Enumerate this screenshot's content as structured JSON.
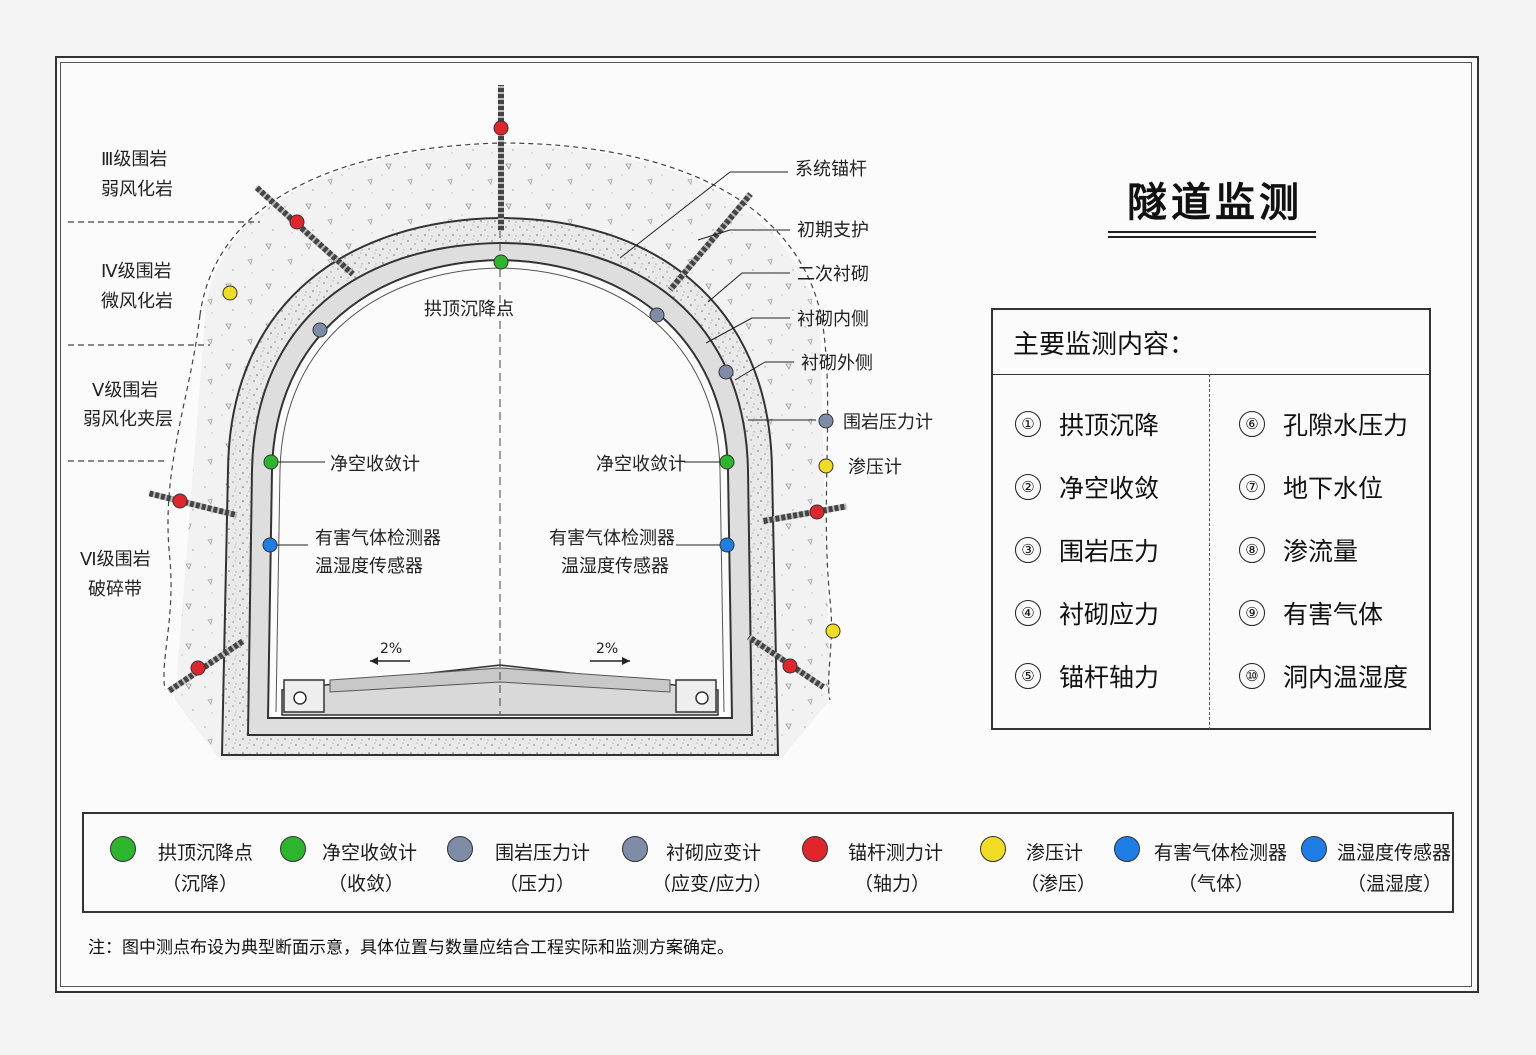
{
  "title": "隧道监测",
  "rock_grades": [
    {
      "line1": "Ⅲ级围岩",
      "line2": "弱风化岩"
    },
    {
      "line1": "Ⅳ级围岩",
      "line2": "微风化岩"
    },
    {
      "line1": "Ⅴ级围岩",
      "line2": "弱风化夹层"
    },
    {
      "line1": "Ⅵ级围岩",
      "line2": "破碎带"
    }
  ],
  "structure_labels": {
    "anchor": "系统锚杆",
    "initial_support": "初期支护",
    "secondary_lining": "二次衬砌",
    "lining_inner": "衬砌内侧",
    "lining_outer": "衬砌外侧",
    "rock_pressure": "围岩压力计",
    "seepage": "渗压计"
  },
  "inner_labels": {
    "crown": "拱顶沉降点",
    "conv_left": "净空收敛计",
    "conv_right": "净空收敛计",
    "gas_left_1": "有害气体检测器",
    "gas_left_2": "温湿度传感器",
    "gas_right_1": "有害气体检测器",
    "gas_right_2": "温湿度传感器",
    "slope_left": "2%",
    "slope_right": "2%"
  },
  "content_panel": {
    "heading": "主要监测内容：",
    "items": [
      {
        "num": "①",
        "text": "拱顶沉降"
      },
      {
        "num": "②",
        "text": "净空收敛"
      },
      {
        "num": "③",
        "text": "围岩压力"
      },
      {
        "num": "④",
        "text": "衬砌应力"
      },
      {
        "num": "⑤",
        "text": "锚杆轴力"
      },
      {
        "num": "⑥",
        "text": "孔隙水压力"
      },
      {
        "num": "⑦",
        "text": "地下水位"
      },
      {
        "num": "⑧",
        "text": "渗流量"
      },
      {
        "num": "⑨",
        "text": "有害气体"
      },
      {
        "num": "⑩",
        "text": "洞内温湿度"
      }
    ]
  },
  "legend": [
    {
      "name": "拱顶沉降点",
      "sub": "（沉降）",
      "color": "#2db52d"
    },
    {
      "name": "净空收敛计",
      "sub": "（收敛）",
      "color": "#2db52d"
    },
    {
      "name": "围岩压力计",
      "sub": "（压力）",
      "color": "#7f8ca8"
    },
    {
      "name": "衬砌应变计",
      "sub": "（应变/应力）",
      "color": "#7f8ca8"
    },
    {
      "name": "锚杆测力计",
      "sub": "（轴力）",
      "color": "#e0262c"
    },
    {
      "name": "渗压计",
      "sub": "（渗压）",
      "color": "#f0dc23"
    },
    {
      "name": "有害气体检测器",
      "sub": "（气体）",
      "color": "#1f7de6"
    },
    {
      "name": "温湿度传感器",
      "sub": "（温湿度）",
      "color": "#1f7de6"
    }
  ],
  "note": "注：图中测点布设为典型断面示意，具体位置与数量应结合工程实际和监测方案确定。",
  "colors": {
    "green": "#2db52d",
    "red": "#e0262c",
    "grey_blue": "#7f8ca8",
    "yellow": "#f0dc23",
    "blue": "#1f7de6"
  }
}
